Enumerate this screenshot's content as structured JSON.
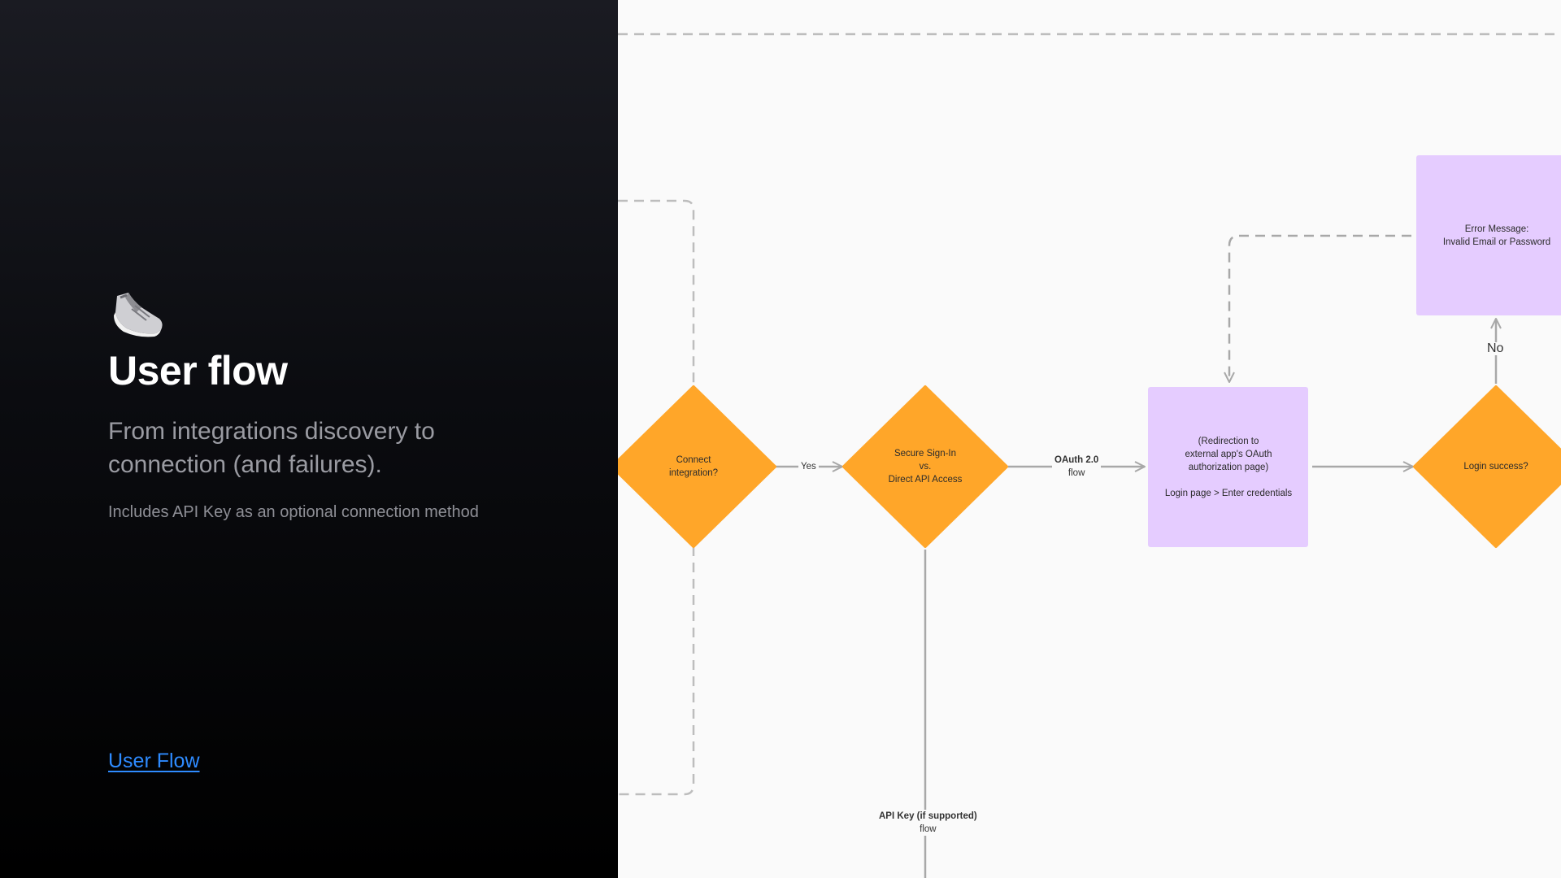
{
  "panel": {
    "title": "User flow",
    "subtitle": "From integrations discovery to connection (and failures).",
    "note": "Includes API Key as an optional connection method",
    "link": "User Flow",
    "icon": "sneaker-icon"
  },
  "diagram": {
    "nodes": {
      "connect": "Connect\nintegration?",
      "secure": "Secure Sign-In\nvs.\nDirect API Access",
      "redirect": "(Redirection to\nexternal app's OAuth\nauthorization page)\n\nLogin page > Enter credentials",
      "login": "Login success?",
      "error": "Error Message:\nInvalid Email or Password"
    },
    "edges": {
      "yes": "Yes",
      "oauth": "OAuth 2.0\nflow",
      "no": "No",
      "apikey": "API Key (if supported)\nflow"
    },
    "colors": {
      "decision": "#FFA629",
      "process": "#E5CCFF",
      "connector": "#A8A8A8",
      "canvas": "#FAFAFA"
    }
  }
}
